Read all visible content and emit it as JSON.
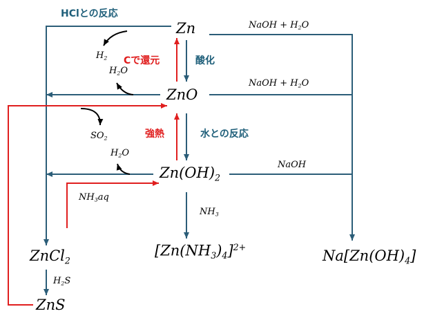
{
  "compounds": {
    "zn": "Zn",
    "zno": "ZnO",
    "znoh2": {
      "main": "Zn(OH)",
      "sub": "2"
    },
    "zncl2": {
      "main": "ZnCl",
      "sub": "2"
    },
    "zns": "ZnS",
    "ammine": {
      "pre": "[Zn(NH",
      "sub": "3",
      "mid": ")",
      "sub2": "4",
      "post": "]",
      "sup": "2+"
    },
    "zincate": {
      "pre": "Na[Zn(OH)",
      "sub": "4",
      "post": "]"
    }
  },
  "reagents": {
    "naoh_h2o_top": {
      "a": "NaOH + H",
      "sub": "2",
      "b": "O"
    },
    "naoh_h2o_mid": {
      "a": "NaOH + H",
      "sub": "2",
      "b": "O"
    },
    "naoh": "NaOH",
    "nh3": {
      "a": "NH",
      "sub": "3"
    },
    "nh3aq": {
      "a": "NH",
      "sub": "3",
      "b": "aq"
    },
    "h2s": {
      "a": "H",
      "sub": "2",
      "b": "S"
    },
    "h2": {
      "a": "H",
      "sub": "2"
    },
    "h2o_1": {
      "a": "H",
      "sub": "2",
      "b": "O"
    },
    "h2o_2": {
      "a": "H",
      "sub": "2",
      "b": "O"
    },
    "so2": {
      "a": "SO",
      "sub": "2"
    }
  },
  "notes": {
    "hcl": "HClとの反応",
    "oxidation": "酸化",
    "water": "水との反応"
  },
  "red_notes": {
    "c_reduction": "Cで還元",
    "strong_heat": "強熱"
  },
  "colors": {
    "blue_arrow": "#2b5d78",
    "red_arrow": "#e01e1e",
    "black_arrow": "#000000",
    "note_text": "#1f5f7a"
  }
}
